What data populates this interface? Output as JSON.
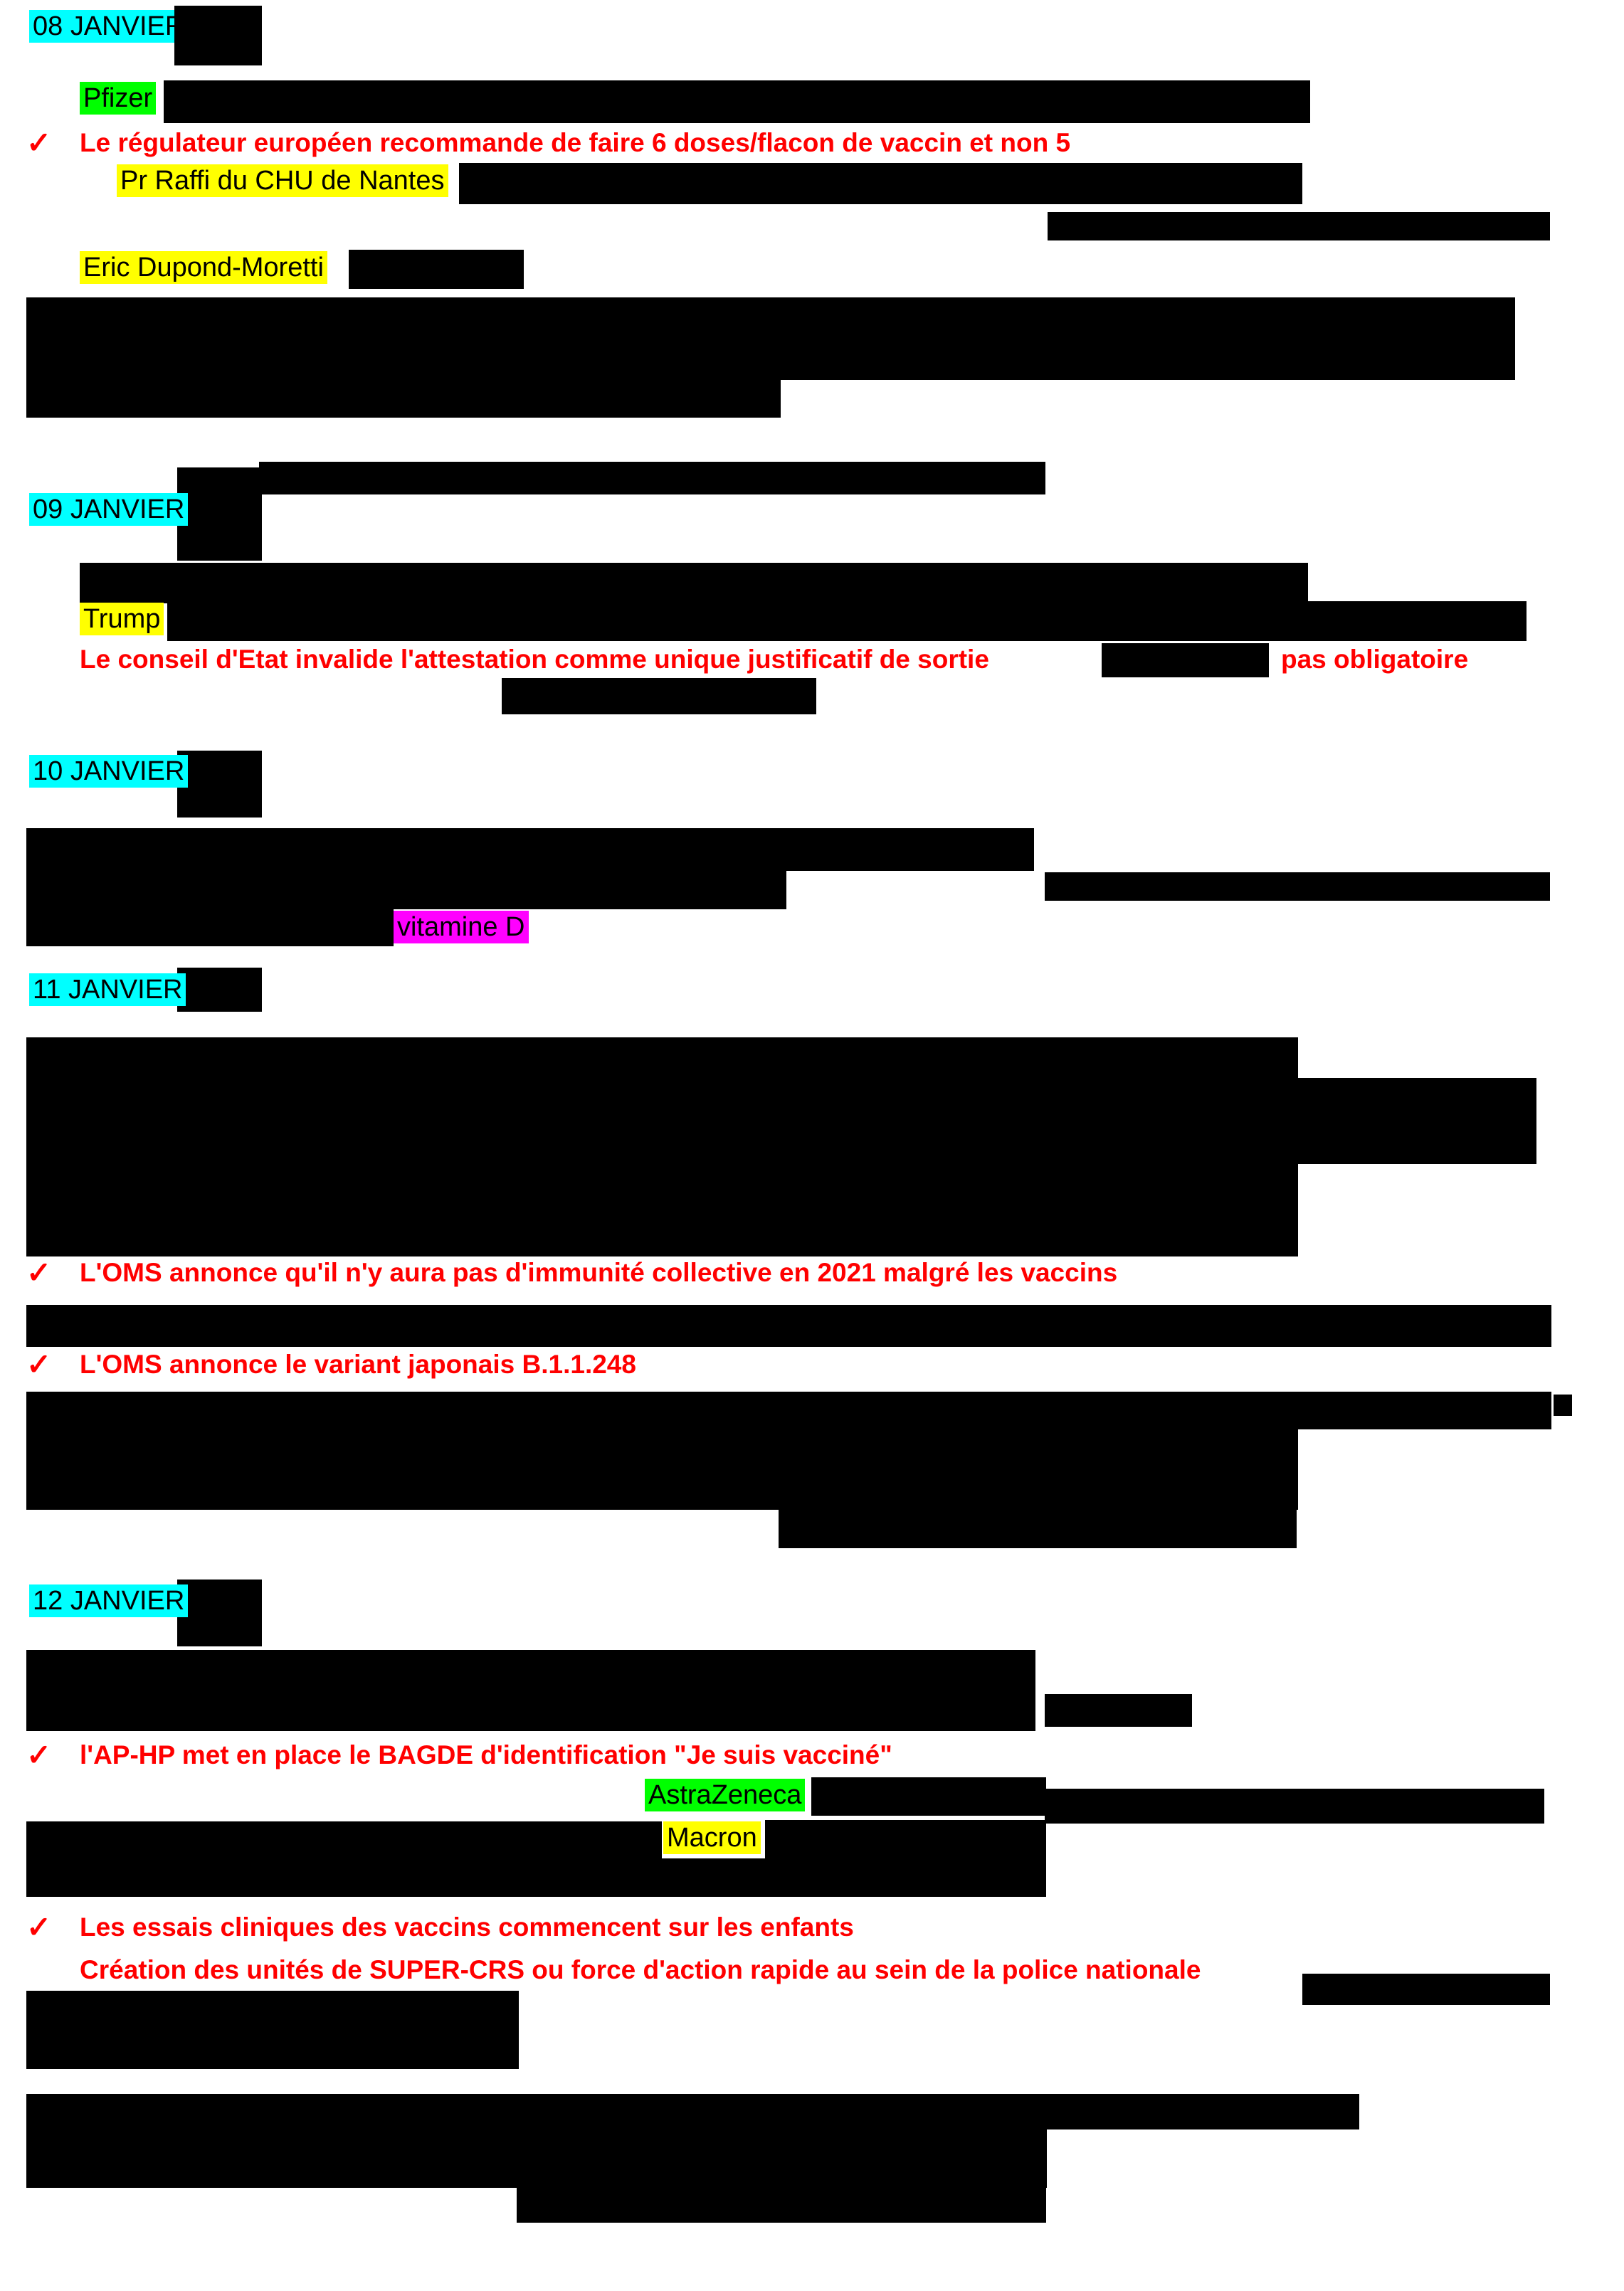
{
  "doc": {
    "dates": {
      "d08": "08 JANVIER",
      "d09": "09 JANVIER",
      "d10": "10 JANVIER",
      "d11": "11 JANVIER",
      "d12": "12 JANVIER"
    },
    "highlights": {
      "pfizer": "Pfizer",
      "raffi": "Pr Raffi du CHU de Nantes",
      "moretti": "Eric Dupond-Moretti",
      "trump": "Trump",
      "vitamine_d": "vitamine D",
      "astrazeneca": "AstraZeneca",
      "macron": "Macron"
    },
    "red_lines": {
      "doses": "Le régulateur européen recommande de faire 6 doses/flacon de vaccin et non 5",
      "conseil_etat": "Le conseil d'Etat invalide l'attestation comme unique justificatif de sortie",
      "pas_obligatoire": "pas obligatoire",
      "oms_immunite": "L'OMS annonce qu'il n'y aura pas d'immunité collective en 2021 malgré les vaccins",
      "oms_variant": "L'OMS annonce le variant japonais B.1.1.248",
      "aphp_badge": "l'AP-HP met en place le BAGDE d'identification \"Je suis vacciné\"",
      "essais_enfants": "Les essais cliniques des vaccins commencent sur les enfants",
      "super_crs": "Création des unités de SUPER-CRS ou force d'action rapide au sein de la police nationale"
    },
    "glyphs": {
      "checkmark": "✓"
    },
    "colors": {
      "redaction": "#000000",
      "red_text": "#ff0000",
      "highlight_cyan": "#00ffff",
      "highlight_green": "#00ff00",
      "highlight_yellow": "#ffff00",
      "highlight_magenta": "#ff00ff",
      "background": "#ffffff"
    }
  }
}
